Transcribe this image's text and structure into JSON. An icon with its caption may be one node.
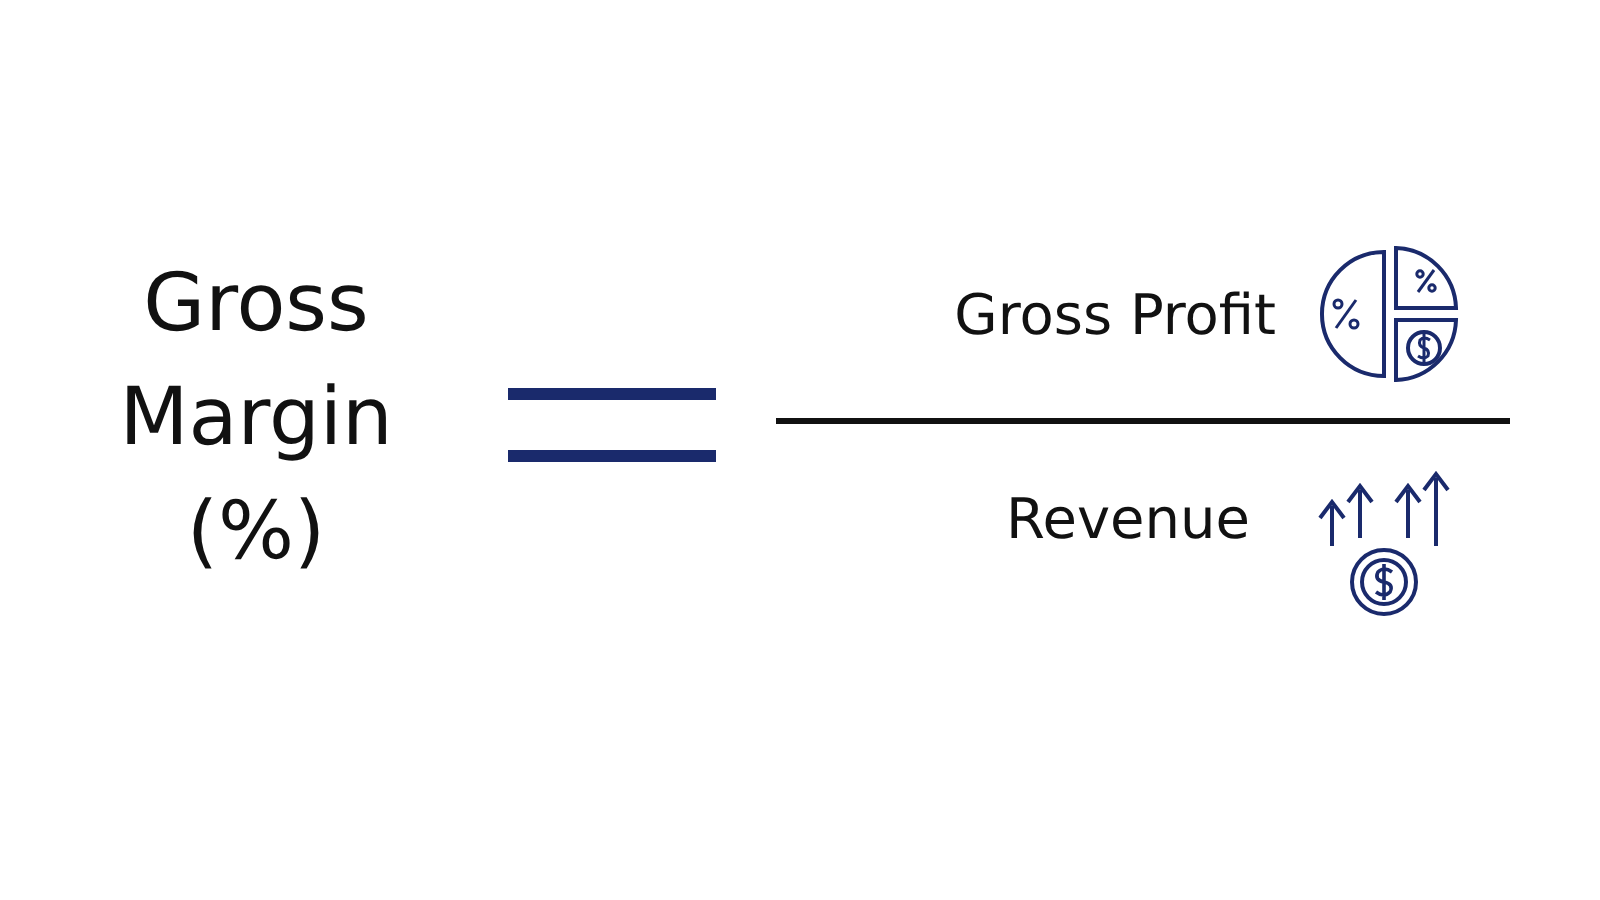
{
  "diagram": {
    "labels": [
      "Gross Margin (%)",
      "Gross Profit",
      "Revenue"
    ]
  }
}
